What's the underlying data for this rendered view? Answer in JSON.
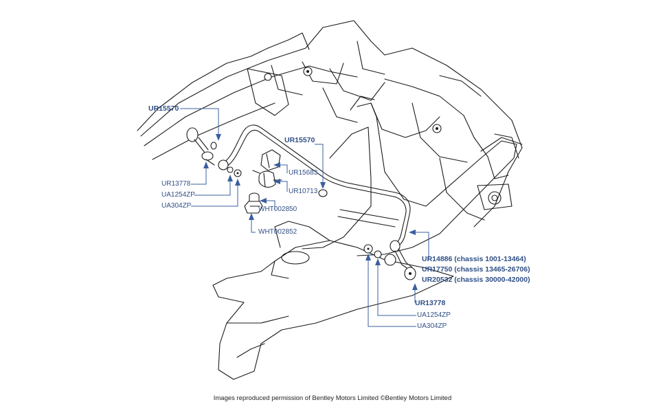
{
  "labels": {
    "ur15570_left": "UR15570",
    "ur15570_center": "UR15570",
    "ur15683": "UR15683",
    "ur10713": "UR10713",
    "ur13778_left": "UR13778",
    "ua1254zp_left": "UA1254ZP",
    "ua304zp_left": "UA304ZP",
    "wht002850": "WHT002850",
    "wht002852": "WHT002852",
    "ur14886": "UR14886 (chassis 1001-13464)",
    "ur17750": "UR17750 (chassis 13465-26706)",
    "ur20532": "UR20532 (chassis 30000-42000)",
    "ur13778_right": "UR13778",
    "ua1254zp_right": "UA1254ZP",
    "ua304zp_right": "UA304ZP"
  },
  "credit": "Images reproduced permission of Bentley Motors Limited ©Bentley Motors Limited",
  "colors": {
    "label": "#2f4f86",
    "leader": "#3a5f9e",
    "ink": "#1a1a1a"
  }
}
